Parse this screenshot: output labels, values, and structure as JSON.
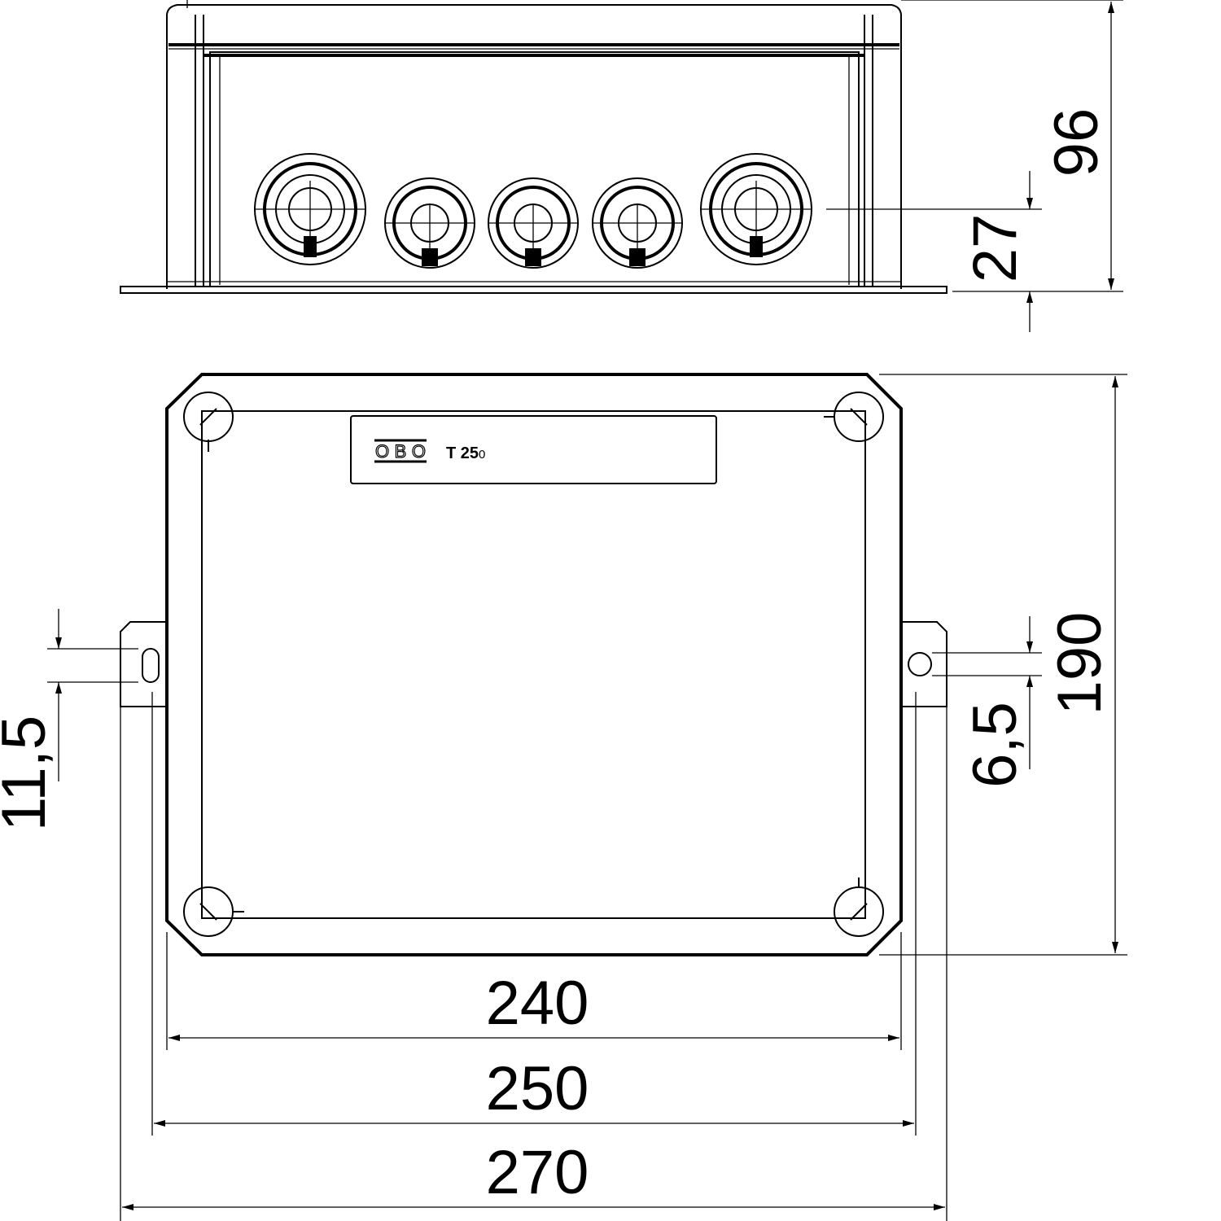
{
  "drawing": {
    "product_label": {
      "brand": "OBO",
      "model_prefix": "T 25",
      "model_suffix": "0"
    },
    "dimensions": {
      "height_total": "96",
      "gland_center_height": "27",
      "depth": "190",
      "slot_width_right": "6,5",
      "slot_length_left": "11,5",
      "width_body": "240",
      "width_holes": "250",
      "width_total": "270"
    }
  }
}
